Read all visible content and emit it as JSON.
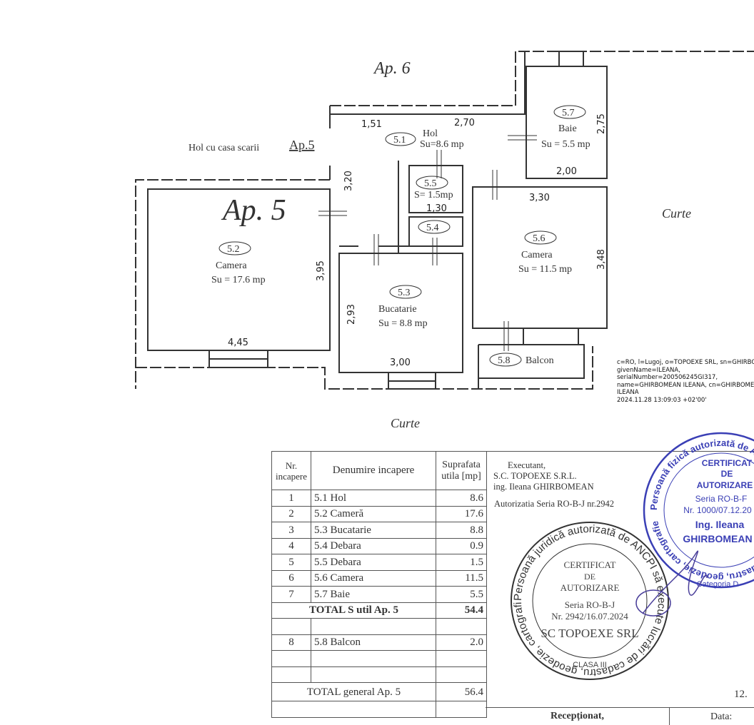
{
  "plan": {
    "neighbor_top": "Ap. 6",
    "apartment": "Ap. 5",
    "stair_hall": "Hol cu casa scarii",
    "stair_hall_ref": "Ap.5",
    "yard_right": "Curte",
    "yard_bottom": "Curte",
    "rooms": [
      {
        "code": "5.1",
        "name": "Hol",
        "area": "Su=8.6 mp"
      },
      {
        "code": "5.2",
        "name": "Camera",
        "area": "Su = 17.6 mp"
      },
      {
        "code": "5.3",
        "name": "Bucatarie",
        "area": "Su = 8.8 mp"
      },
      {
        "code": "5.4"
      },
      {
        "code": "5.5",
        "area": "S= 1.5mp"
      },
      {
        "code": "5.6",
        "name": "Camera",
        "area": "Su = 11.5 mp"
      },
      {
        "code": "5.7",
        "name": "Baie",
        "area": "Su = 5.5 mp"
      },
      {
        "code": "5.8",
        "name": "Balcon"
      }
    ],
    "dimensions": [
      "1,51",
      "2,70",
      "2,75",
      "2,00",
      "3,20",
      "3,30",
      "1,30",
      "3,95",
      "3,48",
      "2,93",
      "4,45",
      "3,00"
    ]
  },
  "digital_signature": "c=RO, l=Lugoj, o=TOPOEXE SRL, sn=GHIRBOMEAN,\ngivenName=ILEANA,\nserialNumber=200506245GI317,\nname=GHIRBOMEAN ILEANA, cn=GHIRBOMEAN\nILEANA\n2024.11.28 13:09:03 +02'00'",
  "table": {
    "headers": [
      "Nr. incapere",
      "Denumire incapere",
      "Suprafata utila [mp]"
    ],
    "rows": [
      [
        "1",
        "5.1  Hol",
        "8.6"
      ],
      [
        "2",
        "5.2  Cameră",
        "17.6"
      ],
      [
        "3",
        "5.3  Bucatarie",
        "8.8"
      ],
      [
        "4",
        "5.4  Debara",
        "0.9"
      ],
      [
        "5",
        "5.5  Debara",
        "1.5"
      ],
      [
        "6",
        "5.6  Camera",
        "11.5"
      ],
      [
        "7",
        "5.7  Baie",
        "5.5"
      ]
    ],
    "total_util_label": "TOTAL  S util Ap. 5",
    "total_util_value": "54.4",
    "balcon_row": [
      "8",
      "5.8  Balcon",
      "2.0"
    ],
    "total_general_label": "TOTAL  general Ap. 5",
    "total_general_value": "56.4"
  },
  "executant": {
    "title": "Executant,",
    "company": "S.C. TOPOEXE  S.R.L.",
    "engineer": "ing. Ileana GHIRBOMEAN",
    "authorization": "Autorizatia Seria RO-B-J nr.2942"
  },
  "stamp_company": {
    "ring_top": "Persoană juridică autorizată de ANCPI să execute lucrări de cadastru, geodezie, cartografie",
    "ring_bottom": "CLASA III",
    "line1": "CERTIFICAT",
    "line2": "DE",
    "line3": "AUTORIZARE",
    "series": "Seria  RO-B-J",
    "number": "Nr. 2942/16.07.2024",
    "company": "SC TOPOEXE SRL"
  },
  "stamp_person": {
    "ring": "Persoană fizică autorizată de ANCPI să execute lucrări de cadastru, geodezie, cartografie",
    "line1": "CERTIFICAT",
    "line2": "DE",
    "line3": "AUTORIZARE",
    "series": "Seria  RO-B-F",
    "number": "Nr. 1000/07.12.20",
    "name1": "Ing. Ileana",
    "name2": "GHIRBOMEAN",
    "category": "Categoria D",
    "color": "#3a3fb5"
  },
  "scale_partial": "12.",
  "footer": {
    "received": "Recepționat,",
    "date": "Data:"
  }
}
